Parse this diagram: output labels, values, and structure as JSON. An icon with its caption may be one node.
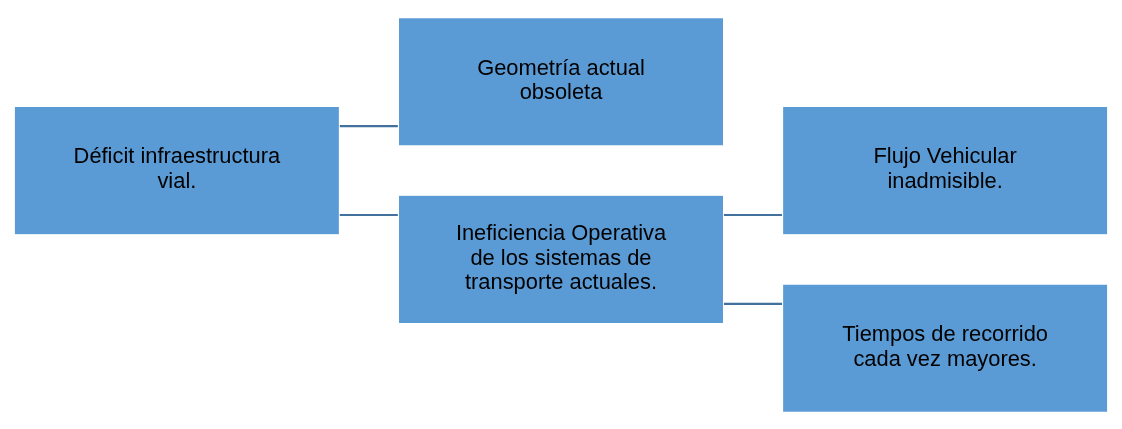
{
  "diagram": {
    "nodes": [
      {
        "text": [
          "Déficit infraestructura vial."
        ]
      },
      {
        "text": [
          "Geometría actual obsoleta"
        ]
      },
      {
        "text": [
          "Ineficiencia Operativa de los sistemas de transporte actuales."
        ]
      },
      {
        "text": [
          "Flujo Vehicular inadmisible."
        ]
      },
      {
        "text": [
          "Tiempos de recorrido cada vez mayores."
        ]
      }
    ],
    "edges": [
      {
        "from": 0,
        "to": 1,
        "arrow": "none"
      },
      {
        "from": 0,
        "to": 2,
        "arrow": "none"
      },
      {
        "from": 2,
        "to": 3,
        "arrow": "none"
      },
      {
        "from": 2,
        "to": 4,
        "arrow": "none"
      }
    ]
  }
}
